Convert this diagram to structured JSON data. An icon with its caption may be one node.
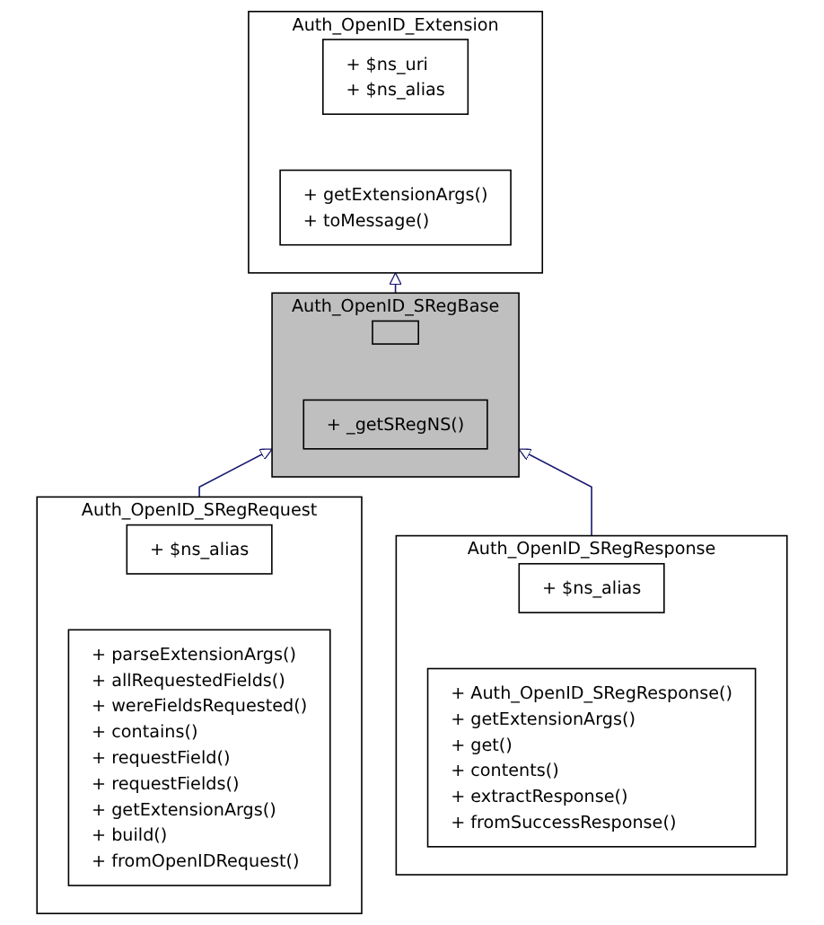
{
  "diagram": {
    "nodes": [
      {
        "text": [
          "Auth_OpenID_Extension"
        ]
      },
      {
        "text": [
          "+ $ns_uri",
          "+ $ns_alias"
        ],
        "in": 0
      },
      {
        "text": [
          "+ getExtensionArgs()",
          "+ toMessage()"
        ],
        "in": 0
      },
      {
        "text": [
          "Auth_OpenID_SRegBase"
        ]
      },
      {
        "text": [],
        "shape": "box",
        "in": 3
      },
      {
        "text": [
          "+ _getSRegNS()"
        ],
        "in": 3
      },
      {
        "text": [
          "Auth_OpenID_SRegRequest"
        ]
      },
      {
        "text": [
          "+ $ns_alias"
        ],
        "in": 6
      },
      {
        "text": [
          "+ parseExtensionArgs()",
          "+ allRequestedFields()",
          "+ wereFieldsRequested()",
          "+ contains()",
          "+ requestField()",
          "+ requestFields()",
          "+ getExtensionArgs()",
          "+ build()",
          "+ fromOpenIDRequest()"
        ],
        "in": 6
      },
      {
        "text": [
          "Auth_OpenID_SRegResponse"
        ]
      },
      {
        "text": [
          "+ $ns_alias"
        ],
        "in": 9
      },
      {
        "text": [
          "+ Auth_OpenID_SRegResponse()",
          "+ getExtensionArgs()",
          "+ get()",
          "+ contents()",
          "+ extractResponse()",
          "+ fromSuccessResponse()"
        ],
        "in": 9
      }
    ],
    "edges": [
      {
        "from": 3,
        "to": 0,
        "arrow": "to"
      },
      {
        "from": 6,
        "to": 3,
        "arrow": "to"
      },
      {
        "from": 9,
        "to": 3,
        "arrow": "to"
      }
    ]
  }
}
